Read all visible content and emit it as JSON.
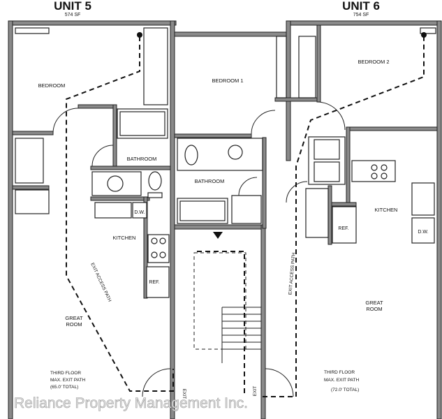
{
  "units": [
    {
      "title": "UNIT 5",
      "area": "574 SF"
    },
    {
      "title": "UNIT 6",
      "area": "754 SF"
    }
  ],
  "rooms": {
    "u5_bedroom": "BEDROOM",
    "u5_bathroom": "BATHROOM",
    "u5_kitchen": "KITCHEN",
    "u5_great_room_line1": "GREAT",
    "u5_great_room_line2": "ROOM",
    "center_bedroom": "BEDROOM 1",
    "center_bathroom": "BATHROOM",
    "u6_bedroom": "BEDROOM 2",
    "u6_kitchen": "KITCHEN",
    "u6_great_room_line1": "GREAT",
    "u6_great_room_line2": "ROOM"
  },
  "fixtures": {
    "dw_left": "D.W.",
    "ref_left": "REF.",
    "ref_right": "REF.",
    "dw_right": "D.W."
  },
  "exit_path_label": "EXIT ACCESS PATH",
  "exit_label": "EXIT",
  "notes": {
    "left": {
      "line1": "THIRD FLOOR",
      "line2": "MAX. EXIT PATH",
      "line3": "(65.0' TOTAL)"
    },
    "right": {
      "line1": "THIRD FLOOR",
      "line2": "MAX. EXIT PATH",
      "line3": "(72.0' TOTAL)"
    }
  },
  "watermark": "Reliance Property Management Inc.",
  "colors": {
    "wall": "#8a8a8a",
    "line": "#222222",
    "background": "#ffffff"
  }
}
